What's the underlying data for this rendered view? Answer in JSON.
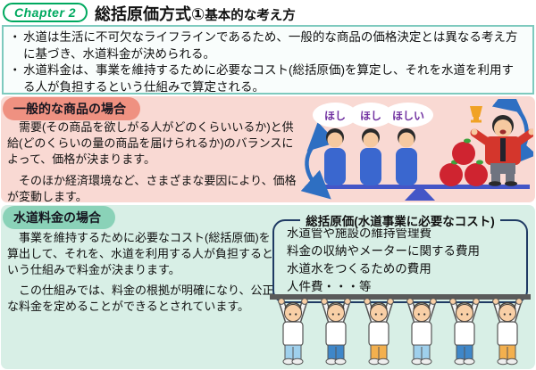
{
  "page": {
    "chapter_badge": "Chapter 2",
    "title_main": "総括原価方式①",
    "title_sub": "基本的な考え方"
  },
  "intro_box": {
    "bullets": [
      "水道は生活に不可欠なライフラインであるため、一般的な商品の価格決定とは異なる考え方に基づき、水道料金が決められる。",
      "水道料金は、事業を維持するために必要なコスト(総括原価)を算定し、それを水道を利用する人が負担するという仕組みで算定される。"
    ]
  },
  "general_goods_section": {
    "heading": "一般的な商品の場合",
    "paragraphs": [
      "需要(その商品を欲しがる人がどのくらいいるか)と供給(どのくらいの量の商品を届けられるか)のバランスによって、価格が決まります。",
      "そのほか経済環境など、さまざまな要因により、価格が変動します。"
    ],
    "thought_bubbles": [
      "ほし",
      "ほし",
      "ほしい"
    ]
  },
  "water_rate_section": {
    "heading": "水道料金の場合",
    "paragraphs": [
      "事業を維持するために必要なコスト(総括原価)を算出して、それを、水道を利用する人が負担するという仕組みで料金が決まります。",
      "この仕組みでは、料金の根拠が明確になり、公正な料金を定めることができるとされています。"
    ],
    "cost_box": {
      "title": "総括原価(水道事業に必要なコスト)",
      "items": [
        "水道管や施設の維持管理費",
        "料金の収納やメーターに関する費用",
        "水道水をつくるための費用",
        "人件費・・・等"
      ]
    }
  },
  "colors": {
    "badge_green": "#00a95f",
    "intro_border_teal": "#7ecabe",
    "pink_bg": "#f9d9d3",
    "pink_pill": "#ef9181",
    "green_bg": "#d8efe6",
    "green_pill": "#8ad2b8",
    "cost_box_border": "#1f3a63",
    "seesaw_blue": "#4456c7",
    "arrow_blue": "#2e6fc2",
    "bubble_text_purple": "#7030a0",
    "crowd_bar_gray": "#5a5a5a"
  }
}
